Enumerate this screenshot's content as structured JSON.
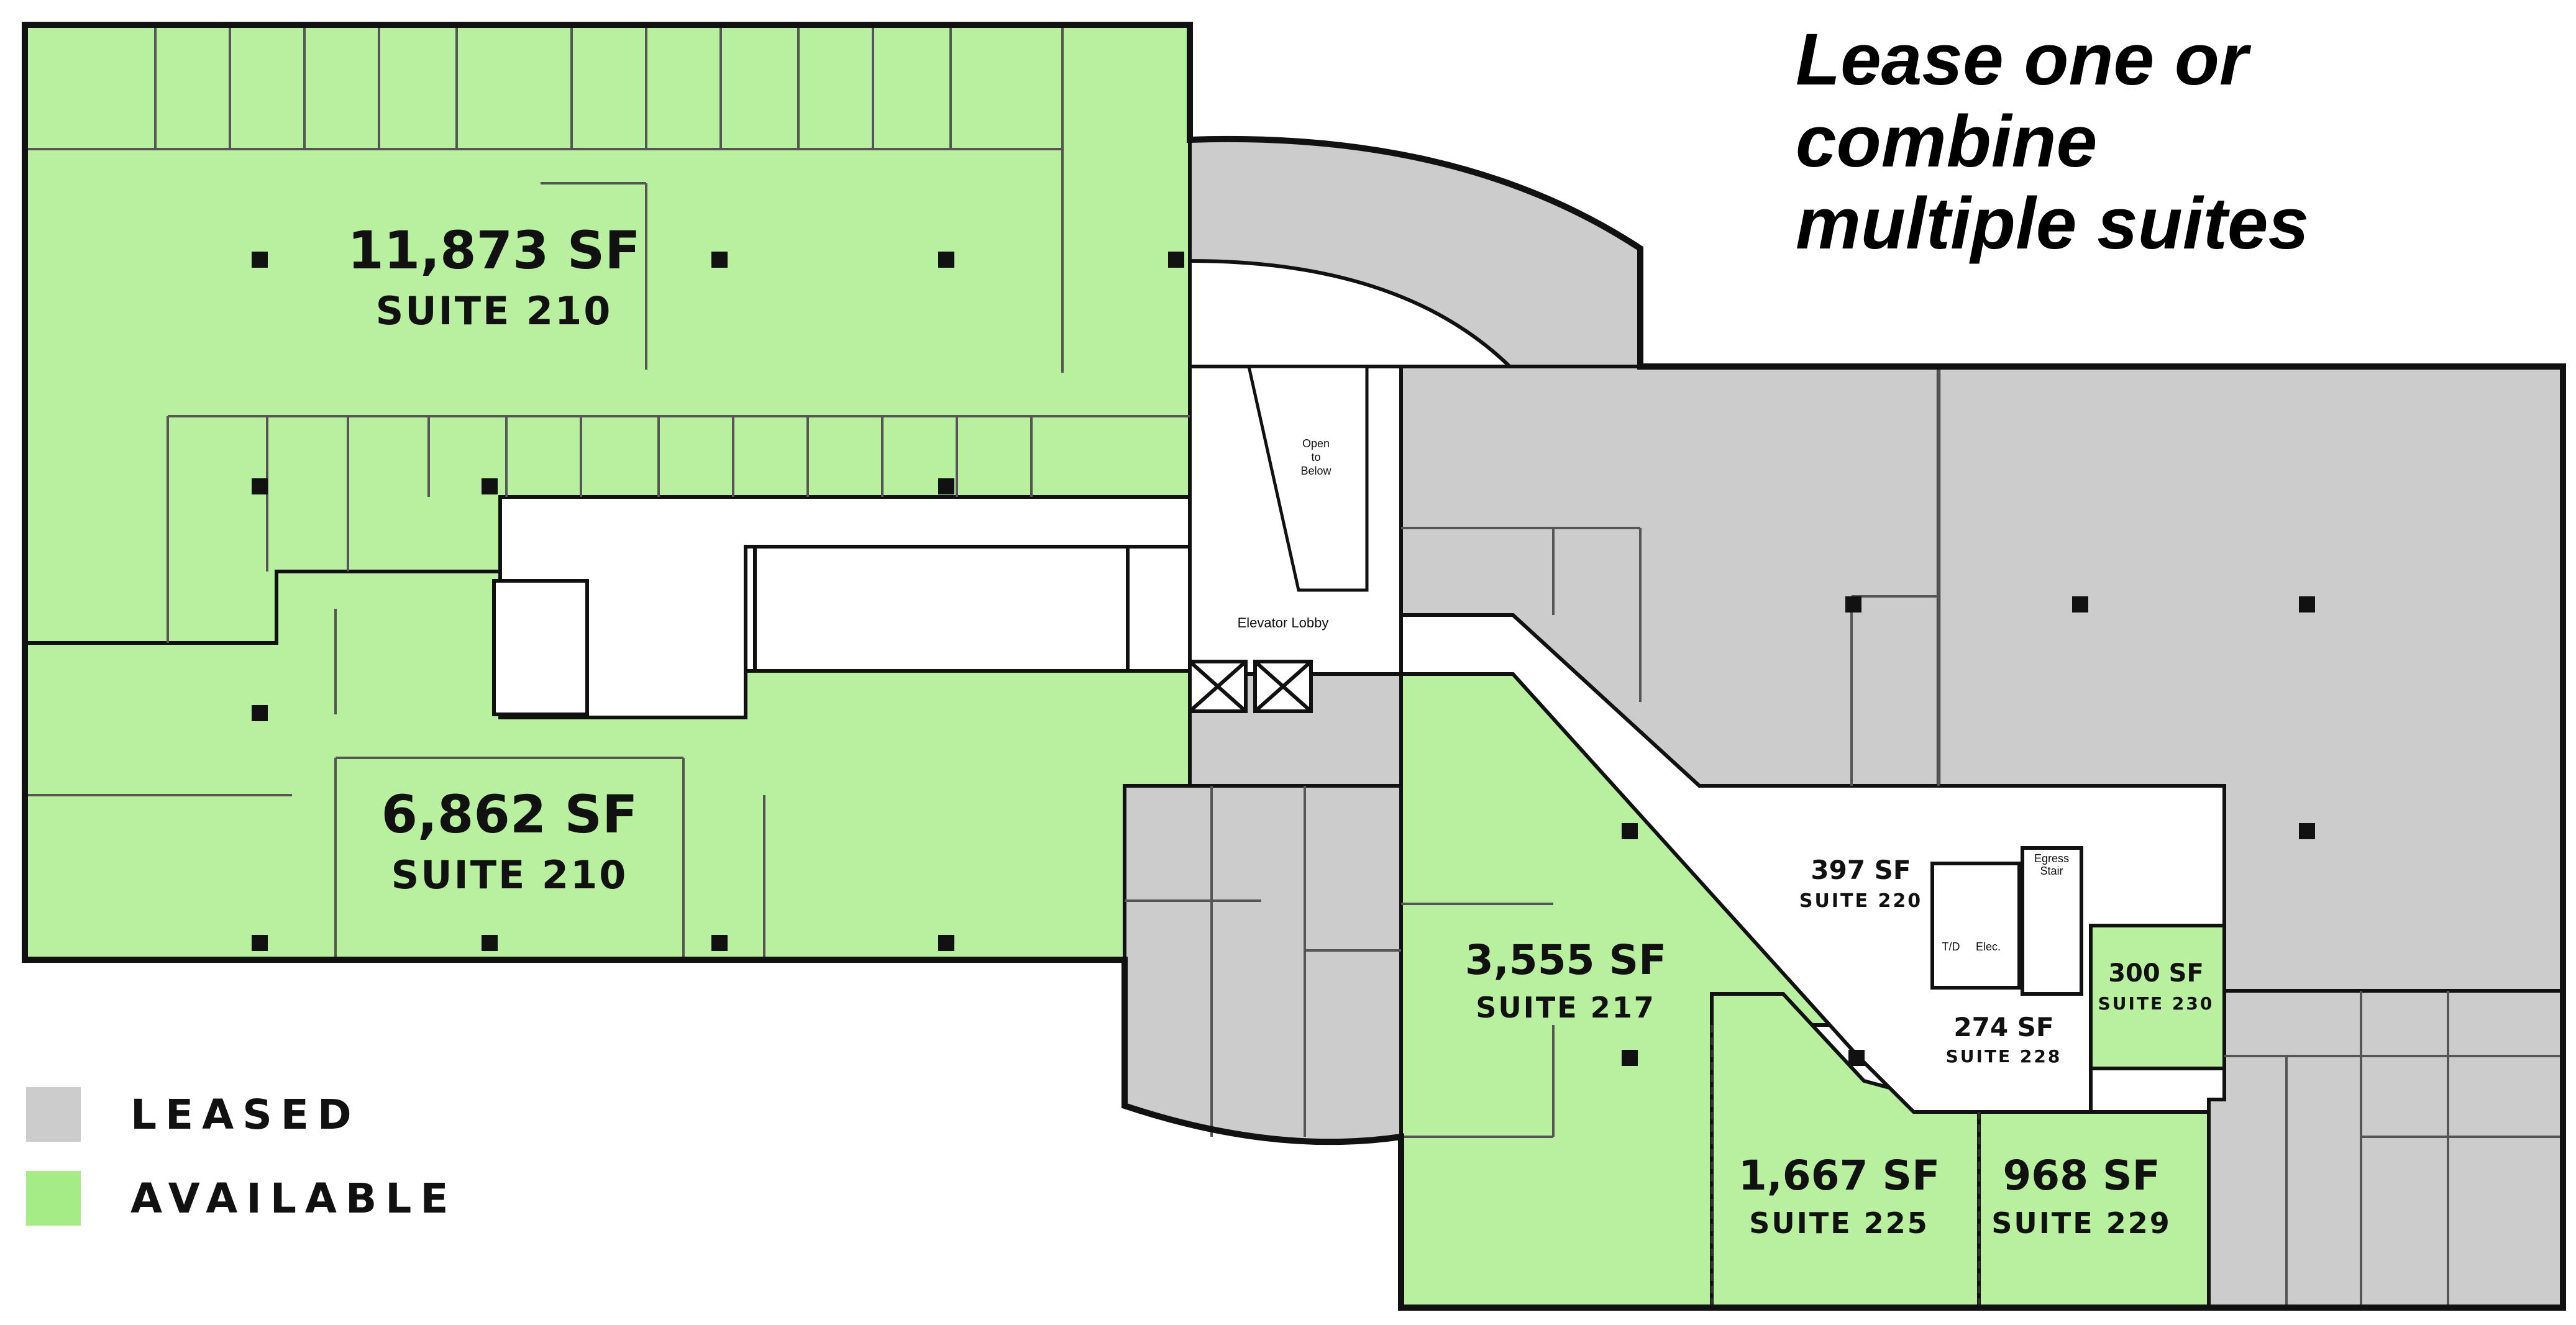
{
  "headline": {
    "line1": "Lease one or combine",
    "line2": "multiple suites"
  },
  "legend": [
    {
      "label": "LEASED",
      "color": "#cccccc"
    },
    {
      "label": "AVAILABLE",
      "color": "#a6ec86"
    }
  ],
  "colors": {
    "available": "#b8f0a0",
    "leased": "#cccccc",
    "wall": "#111111",
    "corridor": "#ffffff"
  },
  "suites": [
    {
      "id": "210a",
      "area": "11,873 SF",
      "suite": "SUITE 210",
      "status": "available"
    },
    {
      "id": "210b",
      "area": "6,862 SF",
      "suite": "SUITE 210",
      "status": "available"
    },
    {
      "id": "217",
      "area": "3,555 SF",
      "suite": "SUITE 217",
      "status": "available"
    },
    {
      "id": "225",
      "area": "1,667 SF",
      "suite": "SUITE 225",
      "status": "available"
    },
    {
      "id": "229",
      "area": "968 SF",
      "suite": "SUITE 229",
      "status": "available"
    },
    {
      "id": "220",
      "area": "397 SF",
      "suite": "SUITE 220",
      "status": "available"
    },
    {
      "id": "228",
      "area": "274 SF",
      "suite": "SUITE 228",
      "status": "available"
    },
    {
      "id": "230",
      "area": "300 SF",
      "suite": "SUITE 230",
      "status": "available"
    }
  ],
  "plan_labels": {
    "elevator_lobby": "Elevator Lobby",
    "open_to_below_1": "Open",
    "open_to_below_2": "to",
    "open_to_below_3": "Below",
    "egress_stair_1": "Egress",
    "egress_stair_2": "Stair",
    "td": "T/D",
    "elec": "Elec."
  }
}
